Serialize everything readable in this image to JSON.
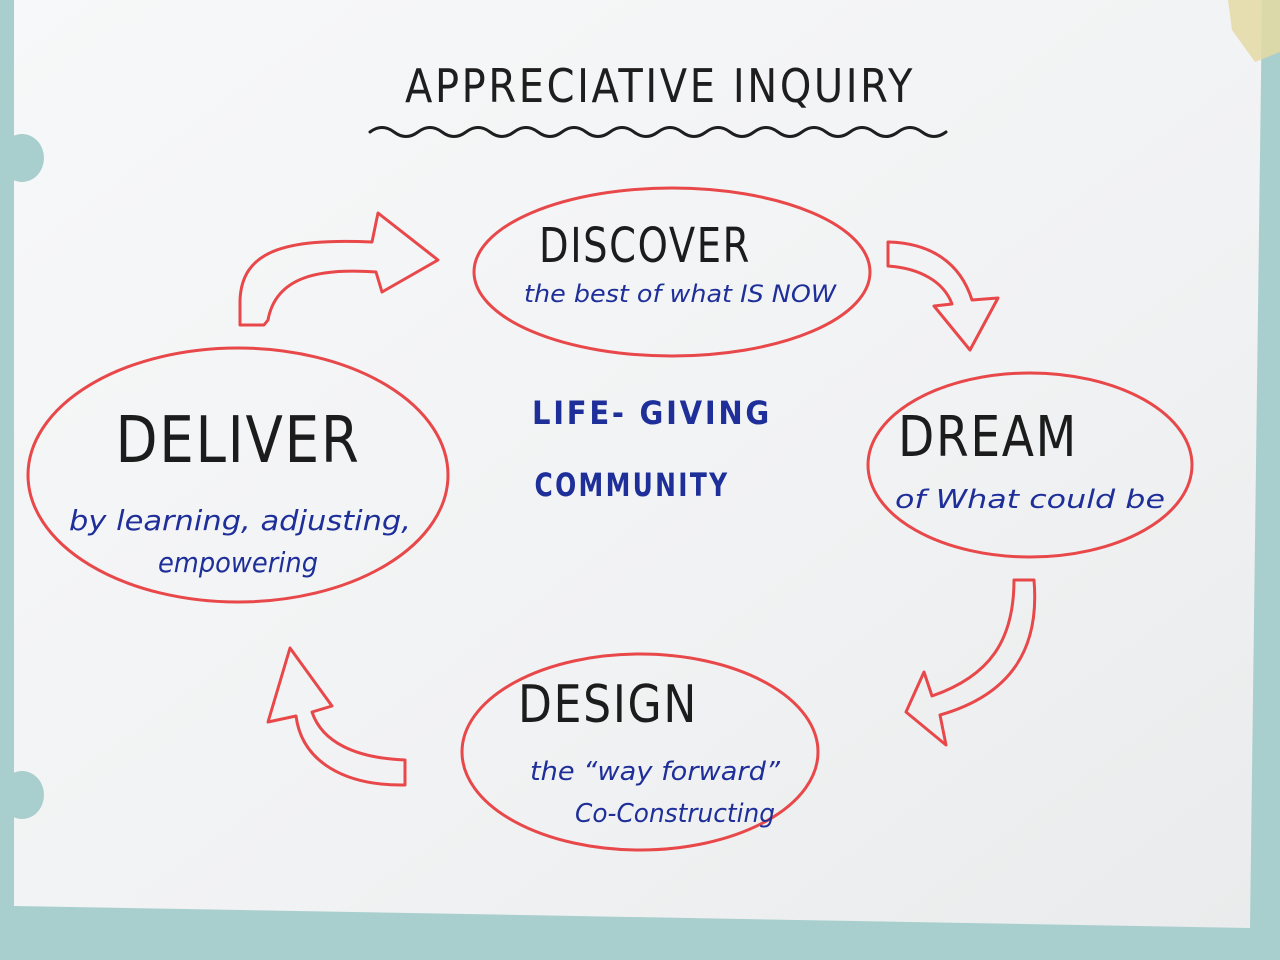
{
  "title": "APPRECIATIVE INQUIRY",
  "center": {
    "line1": "LIFE- GIVING",
    "line2": "COMMUNITY"
  },
  "stages": {
    "discover": {
      "title": "DISCOVER",
      "desc1": "the best of what IS NOW"
    },
    "dream": {
      "title": "DREAM",
      "desc1": "of What could be"
    },
    "design": {
      "title": "DESIGN",
      "desc1": "the “way forward”",
      "desc2": "Co-Constructing"
    },
    "deliver": {
      "title": "DELIVER",
      "desc1": "by learning, adjusting,",
      "desc2": "empowering"
    }
  },
  "colors": {
    "wall": "#a8cfcd",
    "paper": "#f4f5f6",
    "marker_red": "#e8484a",
    "marker_blue": "#1f2f9a",
    "marker_black": "#1c1c1c"
  },
  "icons": {
    "arrow_deliver_to_discover": "curved-arrow-right",
    "arrow_discover_to_dream": "curved-arrow-down",
    "arrow_dream_to_design": "curved-arrow-down-left",
    "arrow_design_to_deliver": "curved-arrow-up"
  }
}
